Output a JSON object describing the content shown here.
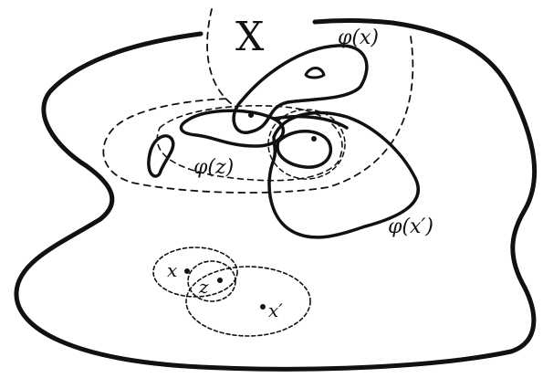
{
  "diagram": {
    "space_label": "X",
    "labels": {
      "phi_x": "φ(x)",
      "phi_z": "φ(z)",
      "phi_x_prime": "φ(x′)",
      "point_x": "x",
      "point_z": "z",
      "point_x_prime": "x′"
    }
  }
}
